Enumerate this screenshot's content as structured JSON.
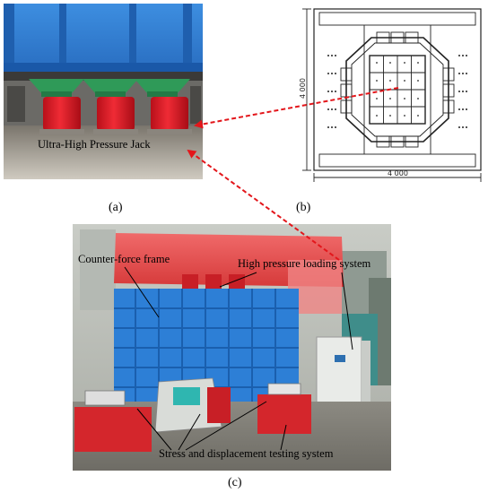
{
  "panel_a": {
    "label": "(a)",
    "annotation": "Ultra-High Pressure Jack"
  },
  "panel_b": {
    "label": "(b)",
    "dim_horizontal": "4 000",
    "dim_vertical": "4 000"
  },
  "panel_c": {
    "label": "(c)",
    "annotation_frame": "Counter-force frame",
    "annotation_loading": "High pressure  loading system",
    "annotation_testing": "Stress and displacement testing system"
  },
  "colors": {
    "arrow": "#e3161b",
    "frame_blue": "#2d7fd6",
    "jack_red": "#e0202a",
    "beam_red": "#ef4a4a",
    "drawing_line": "#222222"
  }
}
